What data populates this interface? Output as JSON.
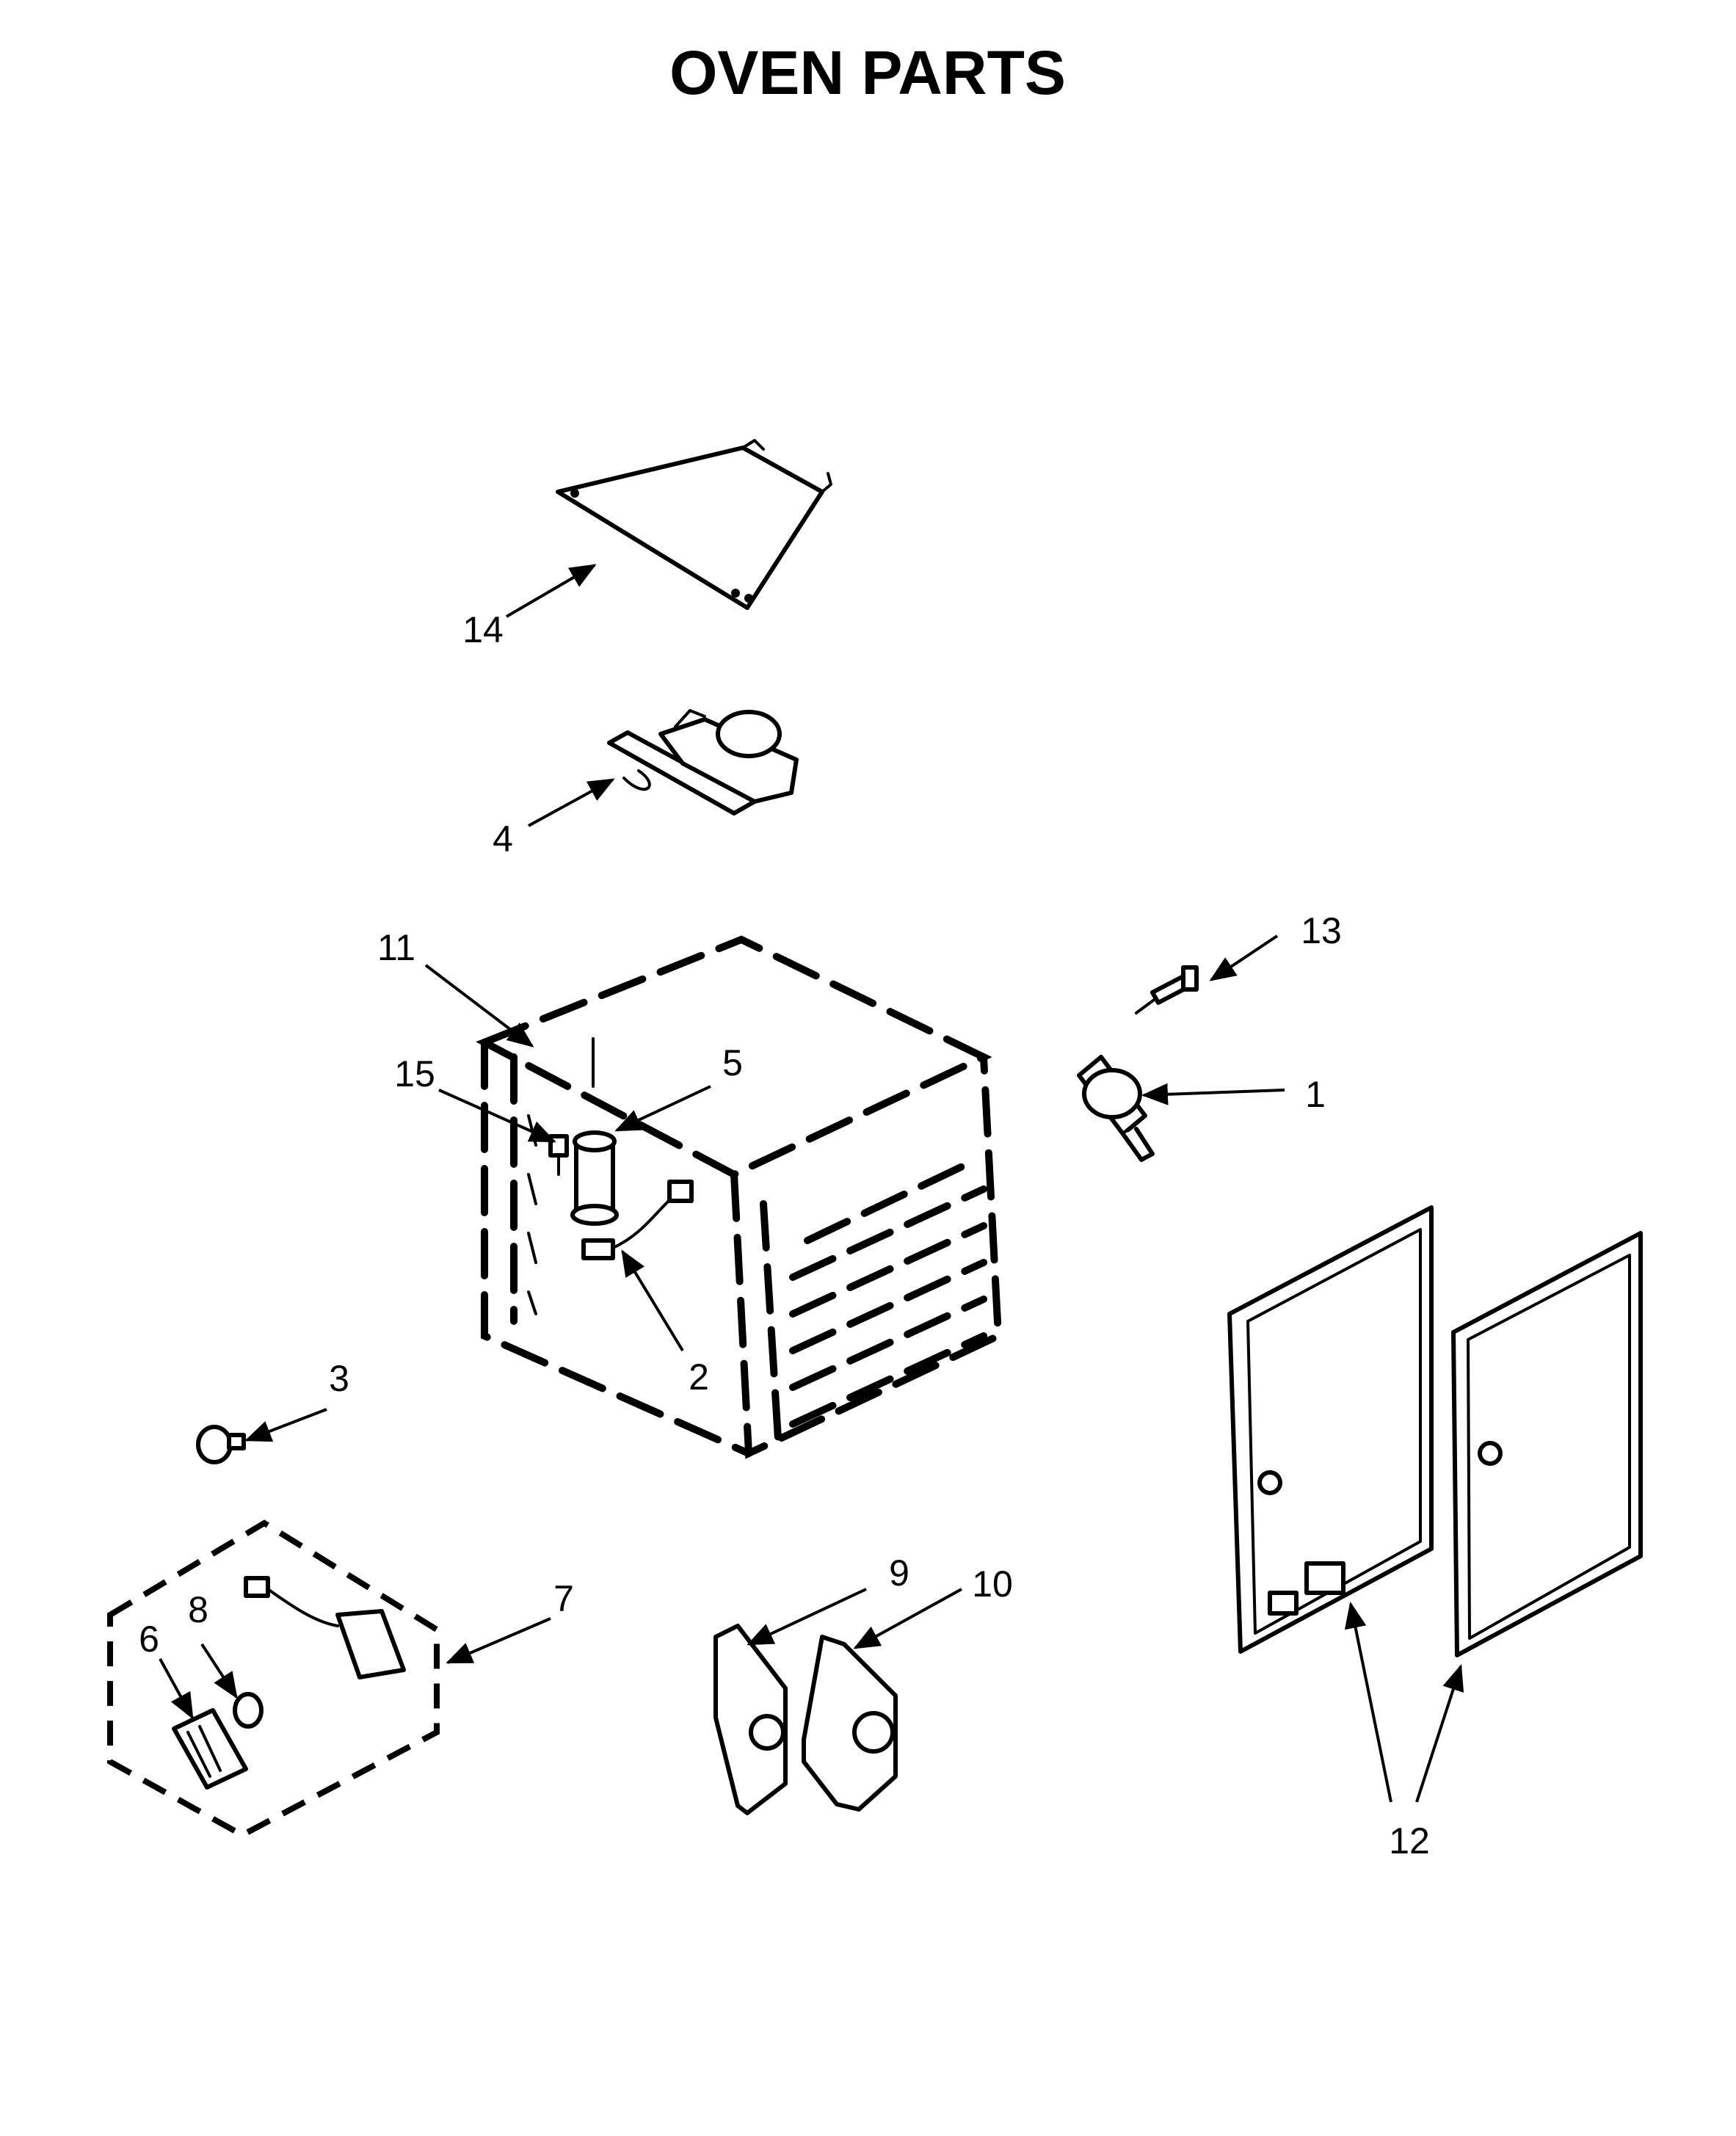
{
  "title": "OVEN PARTS",
  "callouts": [
    "1",
    "2",
    "3",
    "4",
    "5",
    "6",
    "7",
    "8",
    "9",
    "10",
    "11",
    "12",
    "13",
    "14",
    "15"
  ]
}
